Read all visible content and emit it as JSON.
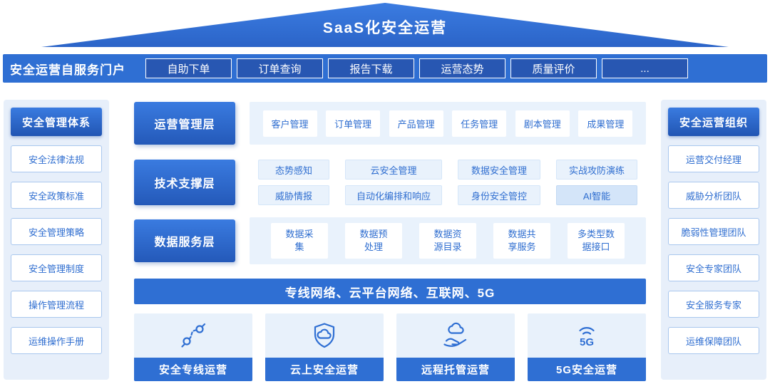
{
  "title": "SaaS化安全运营",
  "portal": {
    "label": "安全运营自服务门户",
    "buttons": [
      "自助下单",
      "订单查询",
      "报告下载",
      "运营态势",
      "质量评价",
      "..."
    ]
  },
  "left_panel": {
    "title": "安全管理体系",
    "items": [
      "安全法律法规",
      "安全政策标准",
      "安全管理策略",
      "安全管理制度",
      "操作管理流程",
      "运维操作手册"
    ]
  },
  "right_panel": {
    "title": "安全运营组织",
    "items": [
      "运营交付经理",
      "威胁分析团队",
      "脆弱性管理团队",
      "安全专家团队",
      "安全服务专家",
      "运维保障团队"
    ]
  },
  "operations_layer": {
    "name": "运营管理层",
    "items": [
      "客户管理",
      "订单管理",
      "产品管理",
      "任务管理",
      "剧本管理",
      "成果管理"
    ]
  },
  "tech_layer": {
    "name": "技术支撑层",
    "row1": [
      "态势感知",
      "云安全管理",
      "数据安全管理",
      "实战攻防演练"
    ],
    "row2": [
      "威胁情报",
      "自动化编排和响应",
      "身份安全管控",
      "AI智能"
    ]
  },
  "data_layer": {
    "name": "数据服务层",
    "items": [
      "数据采\n集",
      "数据预\n处理",
      "数据资\n源目录",
      "数据共\n享服务",
      "多类型数\n据接口"
    ]
  },
  "network_bar": "专线网络、云平台网络、互联网、5G",
  "bottom": {
    "boxes": [
      {
        "label": "安全专线运营",
        "icon": "dedicated-line-icon"
      },
      {
        "label": "云上安全运营",
        "icon": "cloud-shield-icon"
      },
      {
        "label": "远程托管运营",
        "icon": "hand-cloud-icon"
      },
      {
        "label": "5G安全运营",
        "icon": "5g-signal-icon",
        "icon_text": "5G"
      }
    ]
  },
  "colors": {
    "primary_blue": "#2f6fd3",
    "button_blue": "#2857b2",
    "panel_bg": "#e7effa",
    "container_bg": "#e9f2fc",
    "chip_text": "#2f6ed0",
    "chip_border": "#a9c7ee"
  }
}
